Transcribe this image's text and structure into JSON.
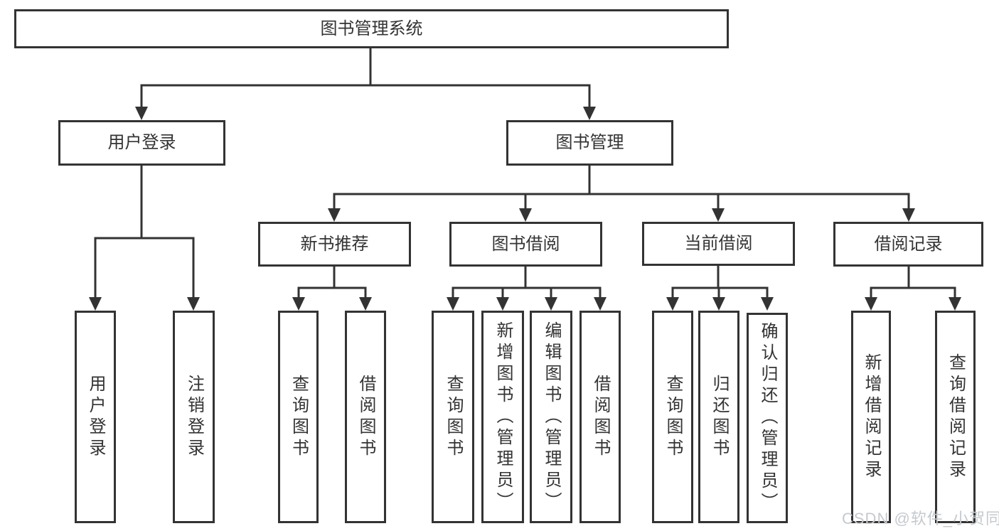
{
  "title": "图书管理系统",
  "tree": {
    "root": {
      "label": "图书管理系统",
      "children": [
        {
          "label": "用户登录",
          "children": [
            {
              "label": "用户登录"
            },
            {
              "label": "注销登录"
            }
          ]
        },
        {
          "label": "图书管理",
          "children": [
            {
              "label": "新书推荐",
              "children": [
                {
                  "label": "查询图书"
                },
                {
                  "label": "借阅图书"
                }
              ]
            },
            {
              "label": "图书借阅",
              "children": [
                {
                  "label": "查询图书"
                },
                {
                  "label": "新增图书（管理员）"
                },
                {
                  "label": "编辑图书（管理员）"
                },
                {
                  "label": "借阅图书"
                }
              ]
            },
            {
              "label": "当前借阅",
              "children": [
                {
                  "label": "查询图书"
                },
                {
                  "label": "归还图书"
                },
                {
                  "label": "确认归还（管理员）"
                }
              ]
            },
            {
              "label": "借阅记录",
              "children": [
                {
                  "label": "新增借阅记录"
                },
                {
                  "label": "查询借阅记录"
                }
              ]
            }
          ]
        }
      ]
    }
  },
  "watermark": {
    "text": "CSDN @软件_小贺同学"
  },
  "colors": {
    "line": "#333333",
    "box_border": "#333333",
    "text": "#333333",
    "background": "#ffffff",
    "watermark": "#c5c9ce"
  }
}
